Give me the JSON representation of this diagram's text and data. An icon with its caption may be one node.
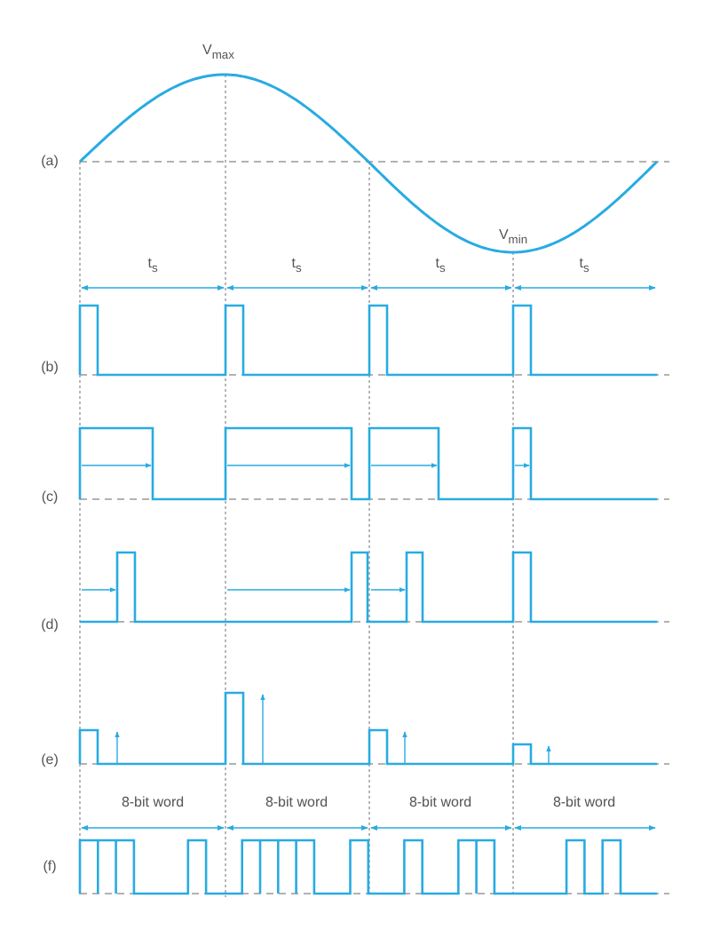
{
  "diagram": {
    "labels": [
      "V$_{max}$",
      "(a)",
      "V$_{min}$",
      "t$_{s}$",
      "t$_{s}$",
      "t$_{s}$",
      "t$_{s}$",
      "(b)",
      "(c)",
      "(d)",
      "(e)",
      "8-bit word",
      "8-bit word",
      "8-bit word",
      "8-bit word",
      "(f)"
    ]
  }
}
